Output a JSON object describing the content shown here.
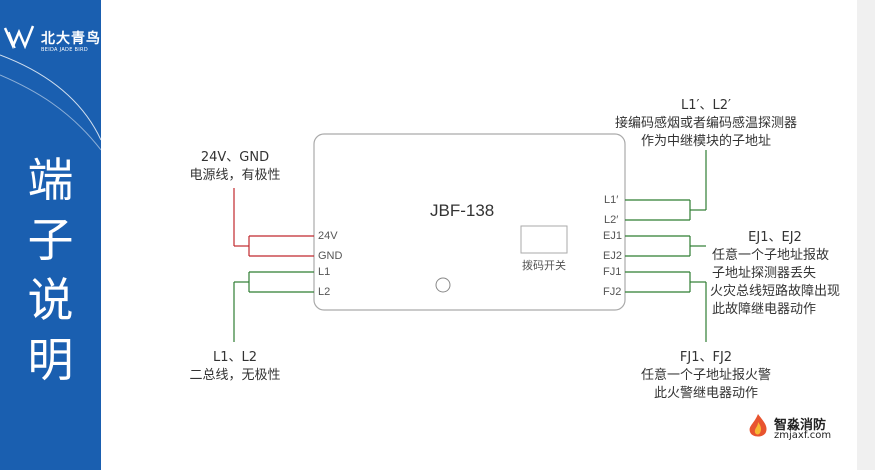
{
  "brand": {
    "name": "北大青鸟",
    "subtitle": "BEIDA JADE BIRD"
  },
  "side_title": "端\n子\n说\n明",
  "module": {
    "model": "JBF-138",
    "switch_label": "拨码开关",
    "left_pins": [
      "24V",
      "GND",
      "L1",
      "L2"
    ],
    "right_pins": [
      "L1′",
      "L2′",
      "EJ1",
      "EJ2",
      "FJ1",
      "FJ2"
    ]
  },
  "notes": {
    "power": {
      "title": "24V、GND",
      "desc": "电源线，有极性"
    },
    "bus": {
      "title": "L1、L2",
      "desc": "二总线，无极性"
    },
    "sub_address": {
      "title": "L1′、L2′",
      "line1": "接编码感烟或者编码感温探测器",
      "line2": "作为中继模块的子地址"
    },
    "fault": {
      "title": "EJ1、EJ2",
      "line1": "任意一个子地址报故",
      "line2": "子地址探测器丢失",
      "line3": "火灾总线短路故障出现",
      "line4": "此故障继电器动作"
    },
    "fire": {
      "title": "FJ1、FJ2",
      "line1": "任意一个子地址报火警",
      "line2": "此火警继电器动作"
    }
  },
  "watermark": {
    "cn": "智淼消防",
    "en": "zmjaxf.com"
  },
  "colors": {
    "sidebar": "#1a5fb0",
    "power_wire": "#c0282d",
    "signal_wire": "#2e7d32",
    "module_border": "#aaaaaa"
  }
}
